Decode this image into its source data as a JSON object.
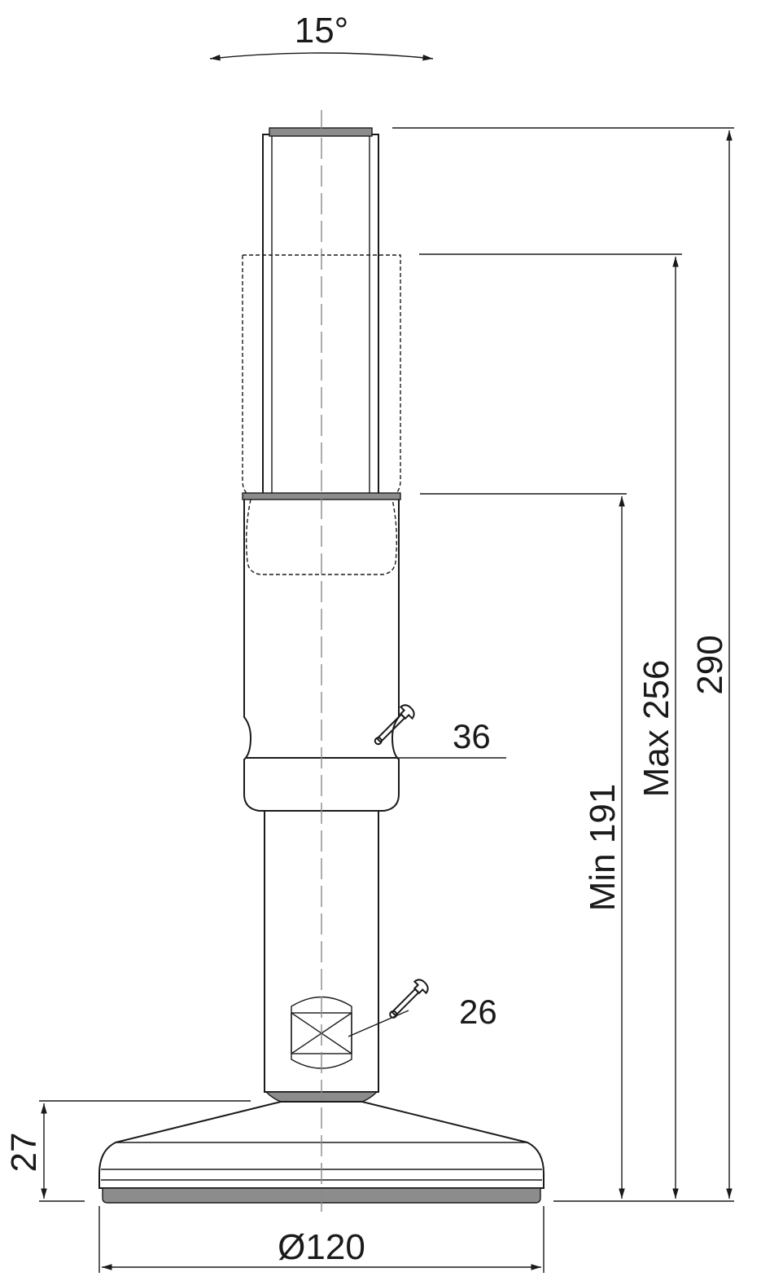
{
  "drawing": {
    "angle_label": "15°",
    "height_total_label": "290",
    "height_max_label": "Max 256",
    "height_min_label": "Min 191",
    "base_height_label": "27",
    "base_diameter_label": "Ø120",
    "wrench_upper_label": "36",
    "wrench_lower_label": "26",
    "icons": [
      "wrench-icon",
      "wrench-icon"
    ]
  }
}
